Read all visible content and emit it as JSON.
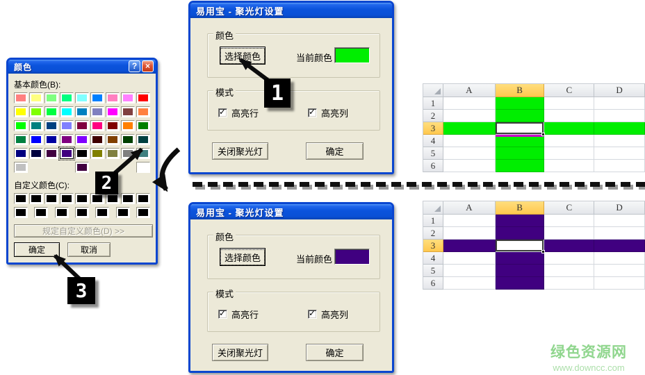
{
  "icons": {
    "help": "?",
    "close": "×",
    "check": "✓"
  },
  "color_dialog": {
    "title": "颜色",
    "basic_label": "基本颜色(B):",
    "custom_label": "自定义颜色(C):",
    "define_button": "规定自定义颜色(D) >>",
    "ok_button": "确定",
    "cancel_button": "取消",
    "selected_index": 39,
    "selected_color": "#400080",
    "basic_colors": [
      "#FF8080",
      "#FFFF80",
      "#80FF80",
      "#00FF80",
      "#80FFFF",
      "#0080FF",
      "#FF80C0",
      "#FF80FF",
      "#FF0000",
      "#FFFF00",
      "#80FF00",
      "#00FF40",
      "#00FFFF",
      "#0080C0",
      "#8080C0",
      "#FF00FF",
      "#804040",
      "#FF8040",
      "#00FF00",
      "#008080",
      "#004080",
      "#8080FF",
      "#800040",
      "#FF0080",
      "#800000",
      "#FF8000",
      "#008000",
      "#008040",
      "#0000FF",
      "#0000A0",
      "#800080",
      "#8000FF",
      "#400000",
      "#804000",
      "#004000",
      "#004040",
      "#000080",
      "#000040",
      "#400040",
      "#400080",
      "#000000",
      "#808000",
      "#808040",
      "#808080",
      "#408080",
      "#C0C0C0",
      "#400040",
      "#FFFFFF"
    ],
    "custom_colors": [
      "#000000",
      "#000000",
      "#000000",
      "#000000",
      "#000000",
      "#000000",
      "#000000",
      "#000000",
      "#000000",
      "#000000",
      "#000000",
      "#000000",
      "#000000",
      "#000000",
      "#000000",
      "#000000"
    ]
  },
  "spotlight_top": {
    "title": "易用宝 - 聚光灯设置",
    "color_group": "颜色",
    "choose_button": "选择颜色",
    "current_label": "当前颜色",
    "current_color": "#00EE00",
    "mode_group": "模式",
    "row_checkbox": "高亮行",
    "col_checkbox": "高亮列",
    "row_checked": true,
    "col_checked": true,
    "close_button": "关闭聚光灯",
    "ok_button": "确定"
  },
  "spotlight_bottom": {
    "title": "易用宝 - 聚光灯设置",
    "color_group": "颜色",
    "choose_button": "选择颜色",
    "current_label": "当前颜色",
    "current_color": "#400080",
    "mode_group": "模式",
    "row_checkbox": "高亮行",
    "col_checkbox": "高亮列",
    "row_checked": true,
    "col_checked": true,
    "close_button": "关闭聚光灯",
    "ok_button": "确定"
  },
  "grids": {
    "top": {
      "columns": [
        "A",
        "B",
        "C",
        "D"
      ],
      "rows": [
        "1",
        "2",
        "3",
        "4",
        "5",
        "6"
      ],
      "highlight": "#00EE00",
      "active_col": "B",
      "active_row": "3",
      "artifact_line": "#CC00CC"
    },
    "bottom": {
      "columns": [
        "A",
        "B",
        "C",
        "D"
      ],
      "rows": [
        "1",
        "2",
        "3",
        "4",
        "5",
        "6"
      ],
      "highlight": "#400080",
      "active_col": "B",
      "active_row": "3",
      "artifact_line": ""
    }
  },
  "markers": {
    "step1": "1",
    "step2": "2",
    "step3": "3"
  },
  "watermark": {
    "title": "绿色资源网",
    "url": "www.downcc.com"
  }
}
